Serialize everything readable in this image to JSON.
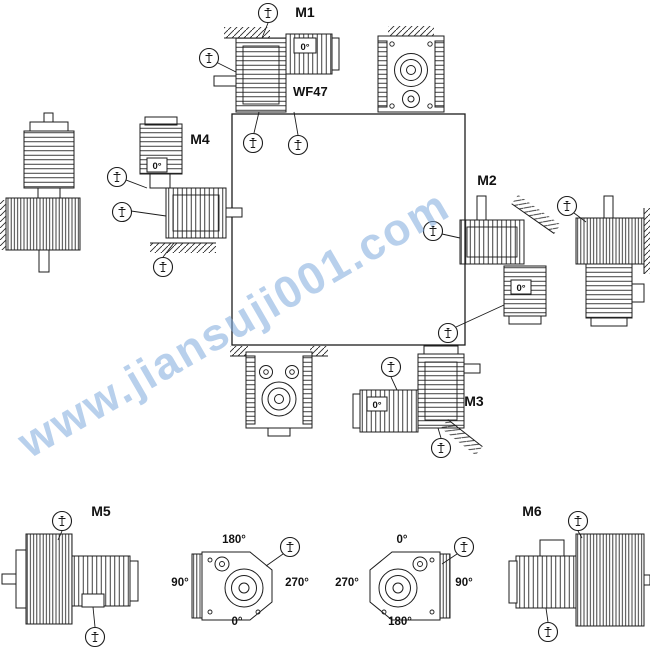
{
  "watermark": {
    "text": "www.jiansuji001.com"
  },
  "figure": {
    "model": "WF47",
    "positions": {
      "m1": "M1",
      "m2": "M2",
      "m3": "M3",
      "m4": "M4",
      "m5": "M5",
      "m6": "M6"
    },
    "terminal_box_angles": {
      "m1": "0°",
      "m2": "0°",
      "m3": "0°",
      "m4": "0°"
    },
    "dials": {
      "left": {
        "top": "180°",
        "left": "90°",
        "right": "270°",
        "bottom": "0°"
      },
      "right": {
        "top": "0°",
        "left": "270°",
        "right": "90°",
        "bottom": "180°"
      }
    },
    "colors": {
      "line": "#1c1c1c",
      "watermark": "#7daede"
    }
  }
}
